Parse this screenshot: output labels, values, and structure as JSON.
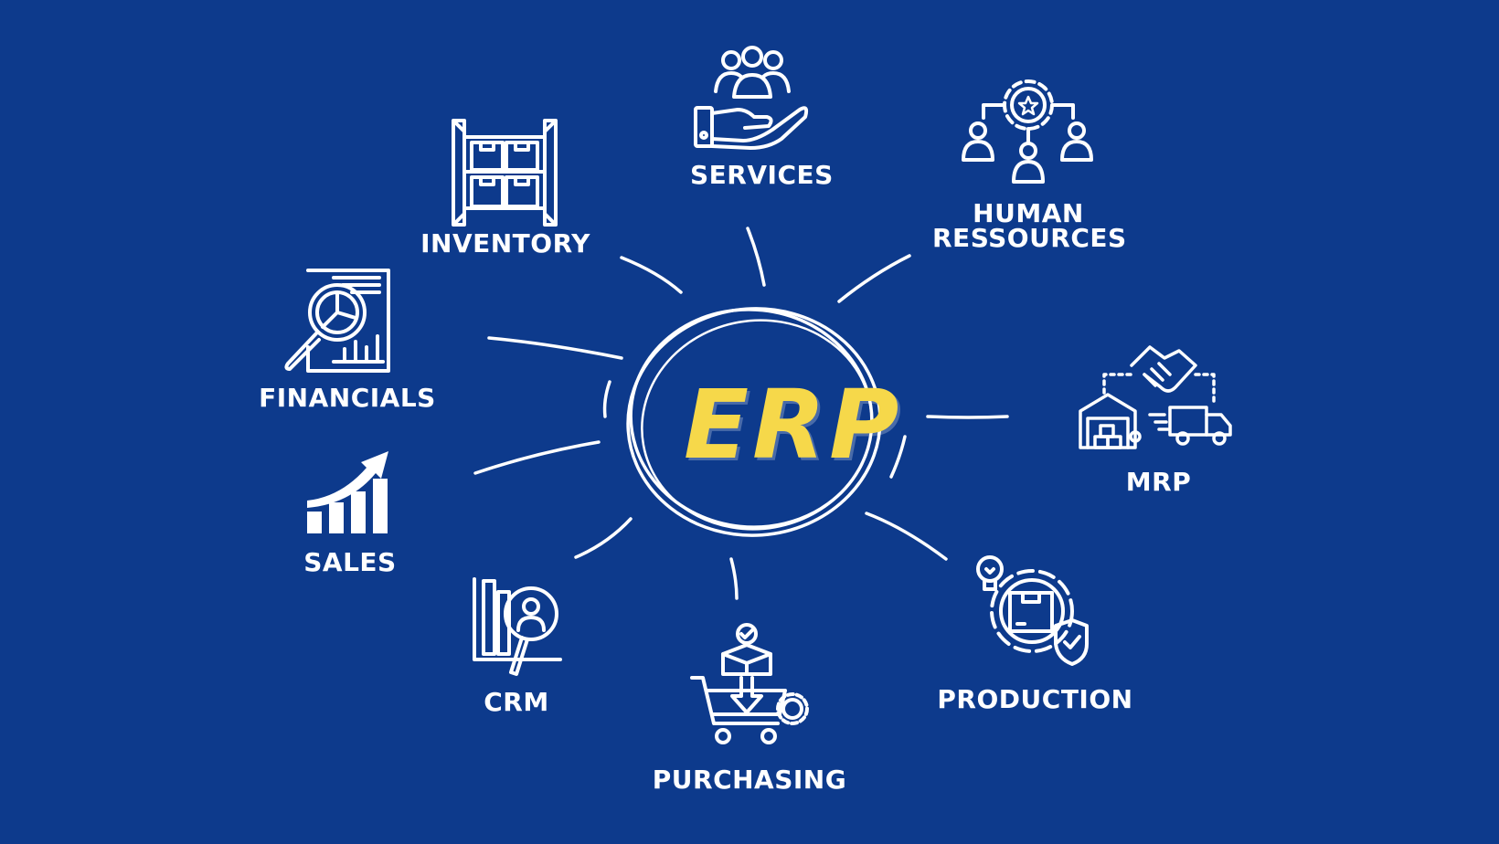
{
  "center": {
    "title": "ERP"
  },
  "modules": {
    "services": "SERVICES",
    "human_resources_line1": "HUMAN",
    "human_resources_line2": "RESSOURCES",
    "inventory": "INVENTORY",
    "financials": "FINANCIALS",
    "mrp": "MRP",
    "sales": "SALES",
    "crm": "CRM",
    "purchasing": "PURCHASING",
    "production": "PRODUCTION"
  },
  "colors": {
    "background": "#0d3a8c",
    "accent": "#f6d84a",
    "foreground": "#ffffff"
  },
  "icons": {
    "services": "team-in-hand-icon",
    "human_resources": "org-gear-icon",
    "inventory": "shelf-boxes-icon",
    "financials": "report-magnifier-icon",
    "mrp": "handshake-warehouse-truck-icon",
    "sales": "growth-bars-icon",
    "crm": "customer-search-icon",
    "purchasing": "cart-box-icon",
    "production": "gear-box-check-icon"
  }
}
